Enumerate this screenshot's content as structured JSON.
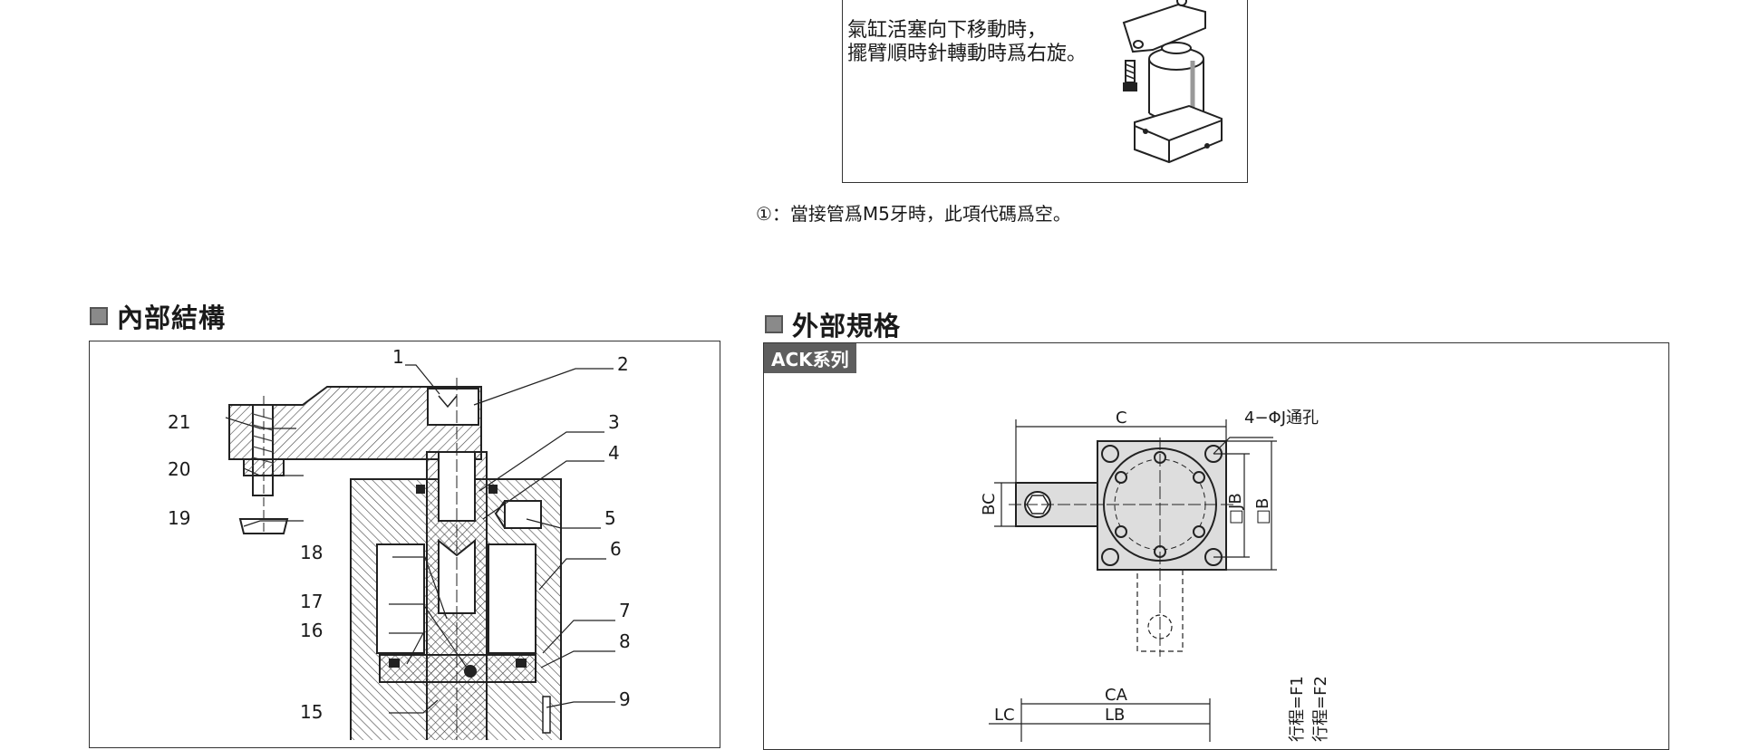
{
  "top_callout": {
    "line1": "氣缸活塞向下移動時，",
    "line2": "擺臂順時針轉動時爲右旋。"
  },
  "footnote": "①：當接管爲M5牙時，此項代碼爲空。",
  "left_section": {
    "title": "內部結構",
    "part_numbers": [
      "1",
      "2",
      "3",
      "4",
      "5",
      "6",
      "7",
      "8",
      "9",
      "15",
      "16",
      "17",
      "18",
      "19",
      "20",
      "21"
    ]
  },
  "right_section": {
    "title": "外部規格",
    "series_tag": "ACK系列",
    "top_view_labels": {
      "c": "C",
      "holes": "4−ΦJ通孔",
      "bc": "BC",
      "jb": "□JB",
      "b": "□B"
    },
    "side_view_labels": {
      "ca": "CA",
      "lc": "LC",
      "lb": "LB",
      "f1": "行程=F1",
      "f2": "行程=F2"
    }
  },
  "colors": {
    "box_border": "#333333",
    "tag_bg": "#5e5e5e",
    "square_icon": "#8a8a8a",
    "hatch": "#444444"
  }
}
